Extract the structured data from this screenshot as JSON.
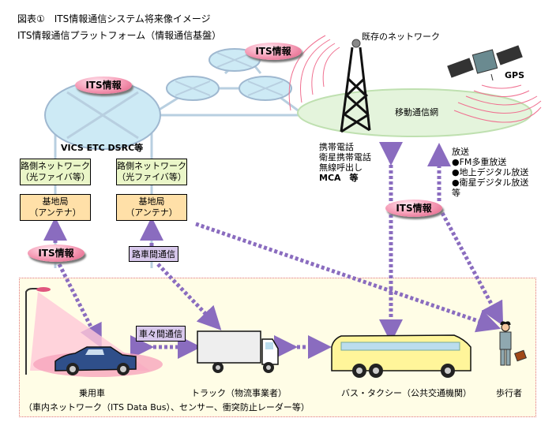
{
  "header": {
    "figure_title": "図表①　ITS情報通信システム将来像イメージ",
    "platform_title": "ITS情報通信プラットフォーム（情報通信基盤）"
  },
  "network": {
    "existing_network_label": "既存のネットワーク",
    "mobile_network_label": "移動通信網",
    "gps_label": "GPS",
    "road_systems_label": "VICS ETC DSRC等",
    "its_info_label": "ITS情報"
  },
  "roadside": {
    "network_boxes": [
      {
        "line1": "路側ネットワーク",
        "line2": "（光ファイバ等）"
      },
      {
        "line1": "路側ネットワーク",
        "line2": "（光ファイバ等）"
      }
    ],
    "base_station_boxes": [
      {
        "line1": "基地局",
        "line2": "（アンテナ）"
      },
      {
        "line1": "基地局",
        "line2": "（アンテナ）"
      }
    ],
    "road_vehicle_comm_label": "路車間通信"
  },
  "mobile_services": [
    "携帯電話",
    "衛星携帯電話",
    "無線呼出し",
    "MCA　等"
  ],
  "broadcast": {
    "title": "放送",
    "items": [
      "●FM多重放送",
      "●地上デジタル放送",
      "●衛星デジタル放送"
    ],
    "suffix": "等"
  },
  "vehicles": {
    "v2v_label": "車々間通信",
    "car_label": "乗用車",
    "truck_label": "トラック（物流事業者）",
    "bus_label": "バス・タクシー（公共交通機関）",
    "pedestrian_label": "歩行者",
    "in_vehicle_note": "（車内ネットワーク（ITS Data Bus）、センサー、衝突防止レーダー等）"
  },
  "colors": {
    "arrow": "#8a6cbf",
    "cloud": "#cdeaf5",
    "mobile_net": "#e4f4dc",
    "wave": "#f07090",
    "zone_bg": "#fffde6",
    "box_green": "#eaf6c8",
    "box_orange": "#ffe0a8",
    "box_purple": "#d8c8ec"
  }
}
